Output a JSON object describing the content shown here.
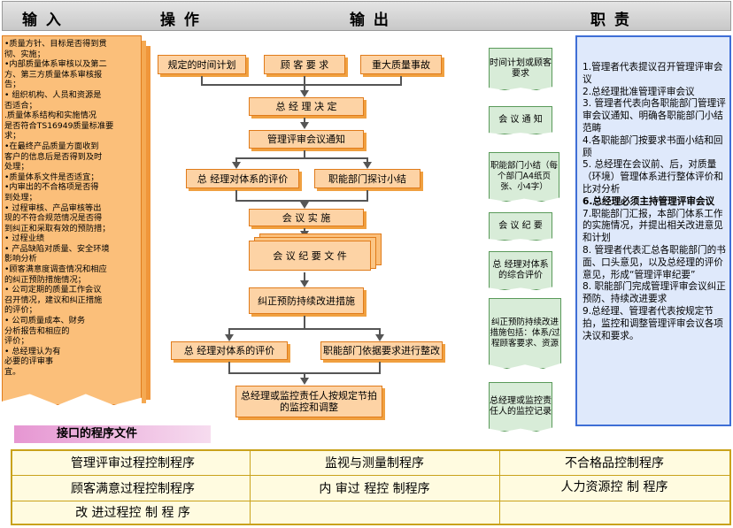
{
  "header": {
    "input": "输 入",
    "operation": "操 作",
    "output": "输 出",
    "responsibility": "职 责"
  },
  "inputs": "•质量方针、目标是否得到贯\n彻、实施；\n•内部质量体系审核以及第二\n方、第三方质量体系审核报\n告；\n• 组织机构、人员和资源是\n否适合；\n.质量体系结构和实施情况\n是否符合TS16949质量标准要\n求；\n•在最终产品质量方面收到\n客户的信息后是否得到及时\n处理；\n•质量体系文件是否适宜；\n•内审出的不合格项是否得\n到处理；\n• 过程审核、产品审核等出\n现的不符合规范情况是否得\n到纠正和采取有效的预防措；\n• 过程业绩\n• 产品缺陷对质量、安全环境\n影响分析\n•顾客满意度调查情况和相应\n的纠正预防措施情况；\n• 公司定期的质量工作会议\n召开情况，建议和纠正措施\n的评价；\n• 公司质量成本、财务\n分析报告和相应的\n评价；\n• 总经理认为有\n必要的评审事\n宜。",
  "flow": {
    "trigger1": "规定的时间计划",
    "trigger2": "顾 客 要 求",
    "trigger3": "重大质量事故",
    "step1": "总 经 理 决 定",
    "step2": "管理评审会议通知",
    "step3a": "总 经理对体系的评价",
    "step3b": "职能部门探讨小结",
    "step4": "会 议 实 施",
    "step5": "会 议 纪 要 文 件",
    "step6": "纠正预防持续改进措施",
    "step7a": "总 经理对体系的评价",
    "step7b": "职能部门依据要求进行整改",
    "step8": "总经理或监控责任人按规定节拍的监控和调整"
  },
  "outputs": [
    "时间计划或顾客要求",
    "会 议 通 知",
    "职能部门小结（每个部门A4纸页张、小4字）",
    "会 议 纪 要",
    "总 经理对体系的综合评价",
    "纠正预防持续改进措施包括：体系/过程顾客要求、资源",
    "总经理或监控责任人的监控记录"
  ],
  "responsibilities": [
    "1.管理者代表提议召开管理评审会议",
    "2.总经理批准管理评审会议",
    "3. 管理者代表向各职能部门管理评审会议通知、明确各职能部门小结范畴",
    "4.各职能部门按要求书面小结和回顾",
    "5. 总经理在会议前、后，对质量（环境）管理体系进行整体评价和比对分析",
    "6.总经理必须主持管理评审会议",
    "7.职能部门汇报，本部门体系工作的实施情况，并提出相关改进意见和计划",
    "8. 管理者代表汇总各职能部门的书面、口头意见，以及总经理的评价意见，形成“管理评审纪要”",
    "8. 职能部门完成管理评审会议纠正预防、持续改进要求",
    "9.总经理、管理者代表按规定节拍，监控和调整管理评审会议各项决议和要求。"
  ],
  "interface": {
    "title": "接口的程序文件",
    "procedures": [
      [
        "管理评审过程控制程序",
        "监视与测量制程序",
        "不合格品控制程序"
      ],
      [
        "顾客满意过程控制程序",
        "内 审过 程控 制程序",
        "人力资源控 制 程序"
      ],
      [
        "改 进过程控 制 程 序",
        "",
        ""
      ]
    ]
  },
  "colors": {
    "input_fill": "#fbbf7a",
    "flow_fill": "#fdd3a5",
    "output_fill": "#d8ecd8",
    "resp_fill": "#dfe9fb",
    "table_border": "#c9a21b"
  }
}
